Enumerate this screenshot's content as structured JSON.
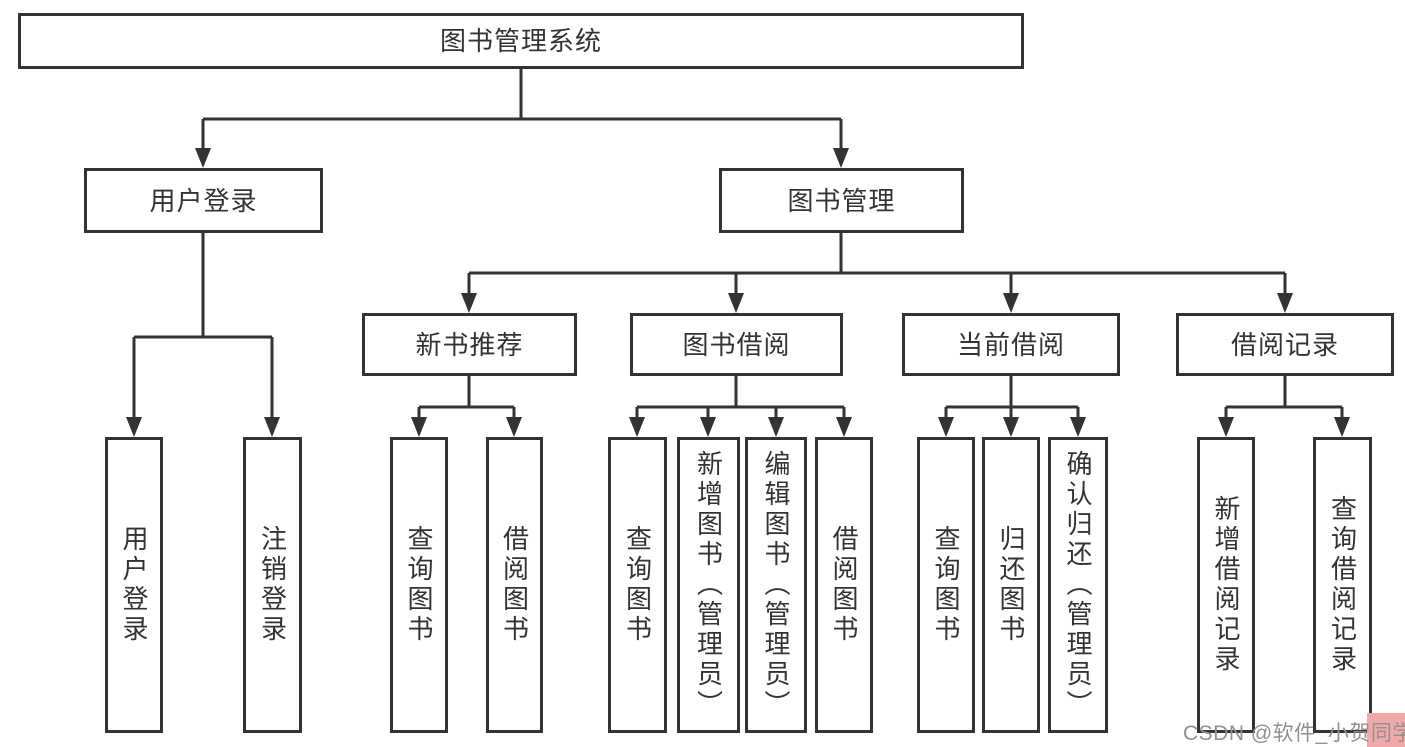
{
  "diagram": {
    "nodes": {
      "root": "图书管理系统",
      "user_login": {
        "label": "用户登录",
        "login": "用户登录",
        "logout": "注销登录"
      },
      "book_management": {
        "label": "图书管理",
        "new_book_recommendation": {
          "label": "新书推荐",
          "query_books": "查询图书",
          "borrow_books": "借阅图书"
        },
        "book_borrowing": {
          "label": "图书借阅",
          "query_books": "查询图书",
          "add_book_admin": "新增图书（管理员）",
          "edit_book_admin": "编辑图书（管理员）",
          "borrow_books": "借阅图书"
        },
        "current_borrowing": {
          "label": "当前借阅",
          "query_books": "查询图书",
          "return_books": "归还图书",
          "confirm_return_admin": "确认归还（管理员）"
        },
        "borrowing_records": {
          "label": "借阅记录",
          "add_record": "新增借阅记录",
          "query_record": "查询借阅记录"
        }
      }
    }
  },
  "watermark": {
    "text": "CSDN @软件_小贺同学",
    "text_color": "#909090",
    "highlight_color": "#f0a8a8"
  },
  "colors": {
    "line": "#333333",
    "box_border": "#333333",
    "box_background": "#ffffff",
    "text": "#333333",
    "page_background": "#ffffff"
  }
}
